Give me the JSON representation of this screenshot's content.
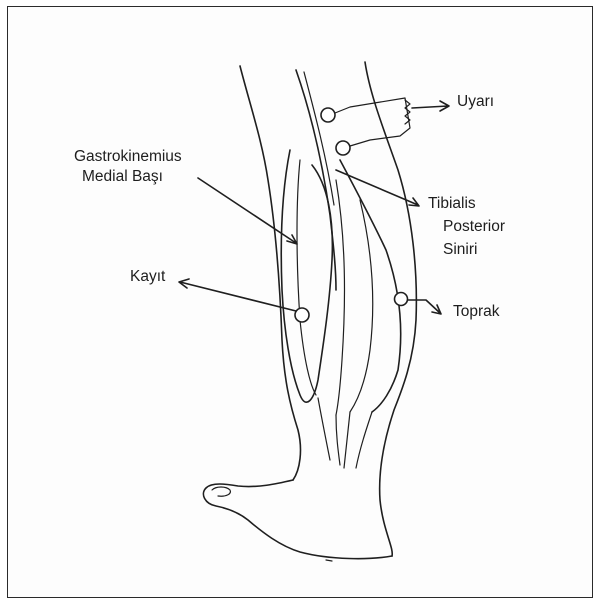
{
  "labels": {
    "uyari": "Uyarı",
    "gastro_line1": "Gastrokinemius",
    "gastro_line2": "Medial Başı",
    "tibialis_line1": "Tibialis",
    "tibialis_line2": "Posterior",
    "tibialis_line3": "Siniri",
    "kayit": "Kayıt",
    "toprak": "Toprak"
  },
  "colors": {
    "ink": "#1f1f1f",
    "background": "#ffffff"
  }
}
